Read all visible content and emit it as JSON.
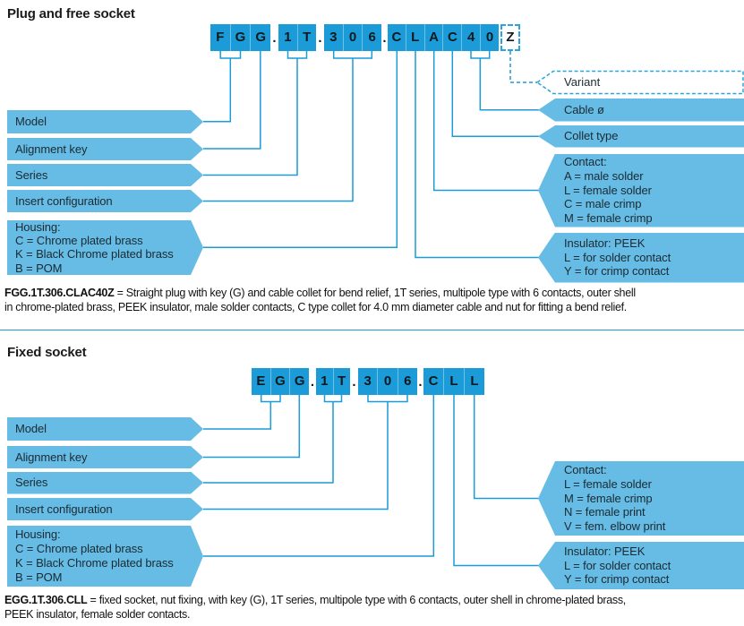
{
  "dot": ".",
  "colors": {
    "box_blue": "#1B9CD8",
    "banner_blue": "#66BCE4",
    "line_blue": "#1A9CD9",
    "text_dark": "#1B2A33"
  },
  "s1": {
    "heading": "Plug and free socket",
    "code": {
      "g1": [
        "F",
        "G",
        "G"
      ],
      "g2": [
        "1",
        "T"
      ],
      "g3": [
        "3",
        "0",
        "6"
      ],
      "g4": [
        "C",
        "L",
        "A",
        "C",
        "4",
        "0"
      ],
      "variant": "Z"
    },
    "left": {
      "model": "Model",
      "alignment": "Alignment key",
      "series": "Series",
      "insert": "Insert configuration",
      "housing": [
        "Housing:",
        "C = Chrome plated brass",
        "K = Black Chrome plated brass",
        "B = POM"
      ]
    },
    "right": {
      "variant": "Variant",
      "cable": "Cable ø",
      "collet": "Collet type",
      "contact": [
        "Contact:",
        "A = male solder",
        "L = female solder",
        "C = male crimp",
        "M = female crimp"
      ],
      "insulator": [
        "Insulator: PEEK",
        "L = for solder contact",
        "Y = for crimp contact"
      ]
    },
    "caption": {
      "code": "FGG.1T.306.CLAC40Z",
      "line1": " = Straight plug with key (G) and cable collet for bend relief, 1T series, multipole type with 6 contacts, outer shell",
      "line2": "in chrome-plated brass, PEEK insulator, male solder contacts, C type collet for 4.0 mm diameter cable and nut for fitting a bend relief."
    }
  },
  "s2": {
    "heading": "Fixed socket",
    "code": {
      "g1": [
        "E",
        "G",
        "G"
      ],
      "g2": [
        "1",
        "T"
      ],
      "g3": [
        "3",
        "0",
        "6"
      ],
      "g4": [
        "C",
        "L",
        "L"
      ]
    },
    "left": {
      "model": "Model",
      "alignment": "Alignment key",
      "series": "Series",
      "insert": "Insert configuration",
      "housing": [
        "Housing:",
        "C = Chrome plated brass",
        "K = Black Chrome plated brass",
        "B = POM"
      ]
    },
    "right": {
      "contact": [
        "Contact:",
        "L = female solder",
        "M = female crimp",
        "N = female print",
        "V = fem. elbow print"
      ],
      "insulator": [
        "Insulator: PEEK",
        "L = for solder contact",
        "Y = for crimp contact"
      ]
    },
    "caption": {
      "code": "EGG.1T.306.CLL",
      "line1": " = fixed socket, nut fixing, with key (G), 1T series, multipole type with 6 contacts, outer shell in chrome-plated brass,",
      "line2": "PEEK insulator, female solder contacts."
    }
  }
}
